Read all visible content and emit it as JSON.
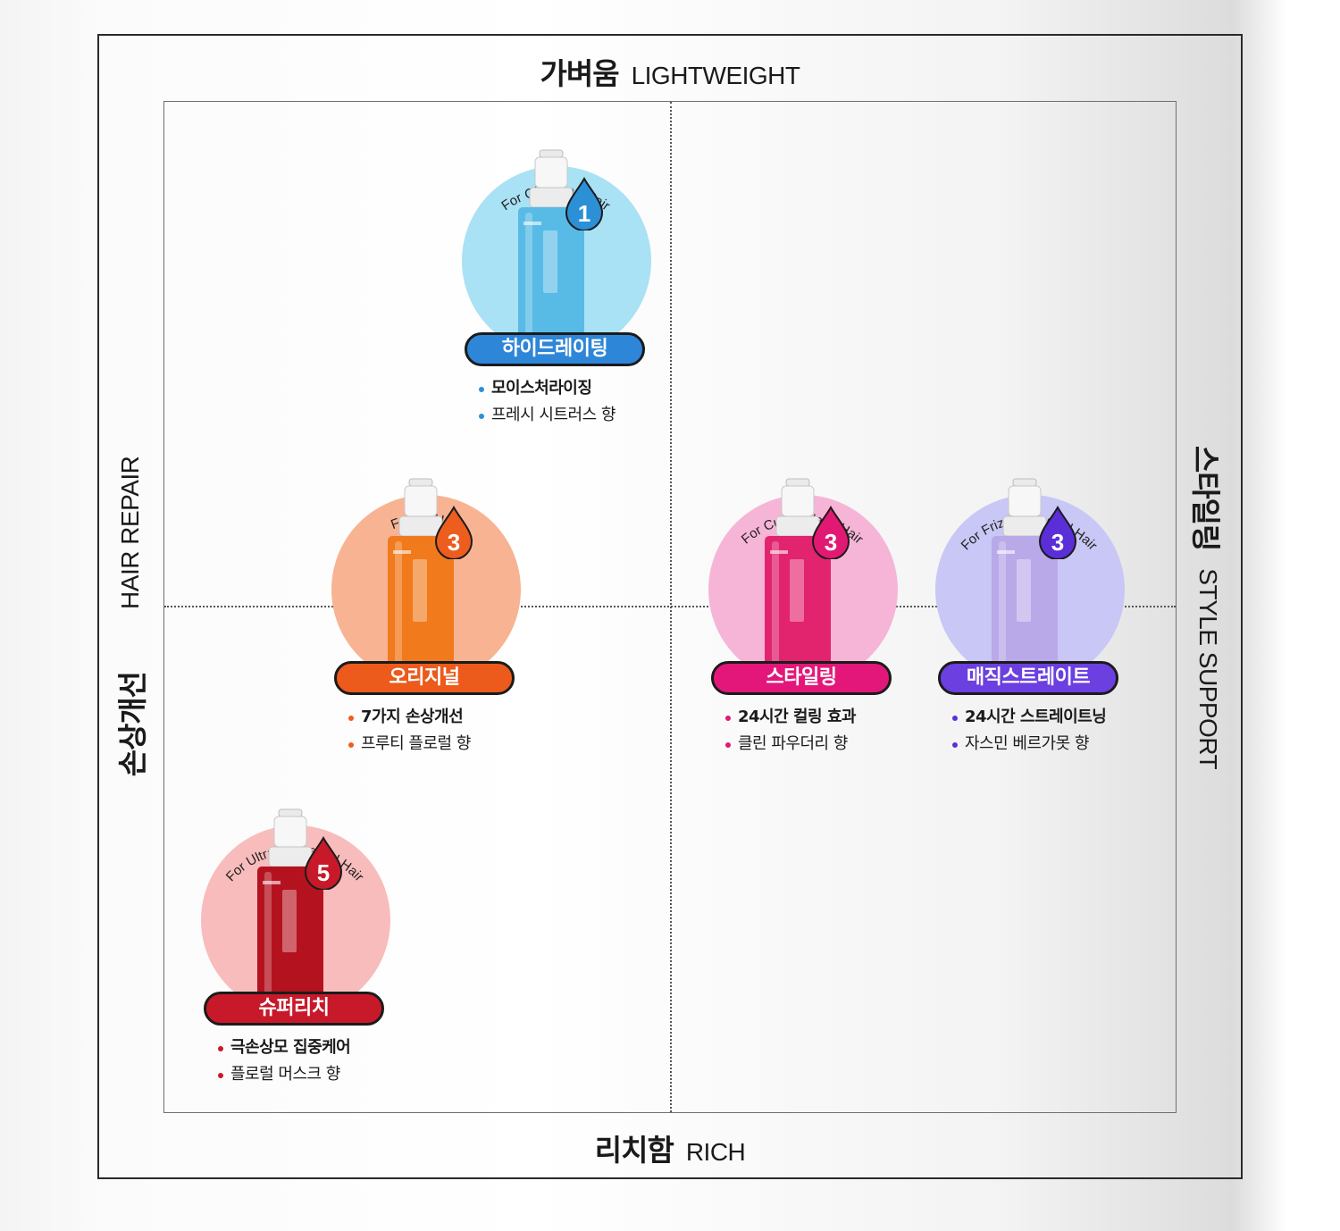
{
  "axes": {
    "top": {
      "kr": "가벼움",
      "en": "LIGHTWEIGHT"
    },
    "bottom": {
      "kr": "리치함",
      "en": "RICH"
    },
    "left": {
      "kr": "손상개선",
      "en": "HAIR REPAIR"
    },
    "right": {
      "kr": "스타일링",
      "en": "STYLE SUPPORT"
    }
  },
  "products": [
    {
      "id": "hydrating",
      "hair_type": "For Oily, Fine Hair",
      "number": "1",
      "name": "하이드레이팅",
      "benefits": [
        "모이스처라이징",
        "프레시 시트러스 향"
      ],
      "colors": {
        "circle": "#a9e1f5",
        "bottle": "#58bbe6",
        "drop": "#2b90d6",
        "pill": "#2e86d8",
        "dot": "#2b90d6"
      }
    },
    {
      "id": "original",
      "hair_type": "For All Hair",
      "number": "3",
      "name": "오리지널",
      "benefits": [
        "7가지 손상개선",
        "프루티 플로럴 향"
      ],
      "colors": {
        "circle": "#f8b393",
        "bottle": "#f07a1c",
        "drop": "#ec5d1e",
        "pill": "#ec5a1c",
        "dot": "#ec5d1e"
      }
    },
    {
      "id": "styling",
      "hair_type": "For Curly, Wavy Hair",
      "number": "3",
      "name": "스타일링",
      "benefits": [
        "24시간 컬링 효과",
        "클린 파우더리 향"
      ],
      "colors": {
        "circle": "#f6b5d6",
        "bottle": "#e2236e",
        "drop": "#e21973",
        "pill": "#e3177a",
        "dot": "#e21973"
      }
    },
    {
      "id": "magic-straight",
      "hair_type": "For Frizzy, Tangled Hair",
      "number": "3",
      "name": "매직스트레이트",
      "benefits": [
        "24시간 스트레이트닝",
        "자스민 베르가못 향"
      ],
      "colors": {
        "circle": "#c9c7f5",
        "bottle": "#b9a9e8",
        "drop": "#5a2fd8",
        "pill": "#6b3fe0",
        "dot": "#5a2fd8"
      }
    },
    {
      "id": "super-rich",
      "hair_type": "For Ultra-Damaged Hair",
      "number": "5",
      "name": "슈퍼리치",
      "benefits": [
        "극손상모 집중케어",
        "플로럴 머스크 향"
      ],
      "colors": {
        "circle": "#f9bcbc",
        "bottle": "#b5121f",
        "drop": "#c8192a",
        "pill": "#c8192a",
        "dot": "#c8192a"
      }
    }
  ]
}
